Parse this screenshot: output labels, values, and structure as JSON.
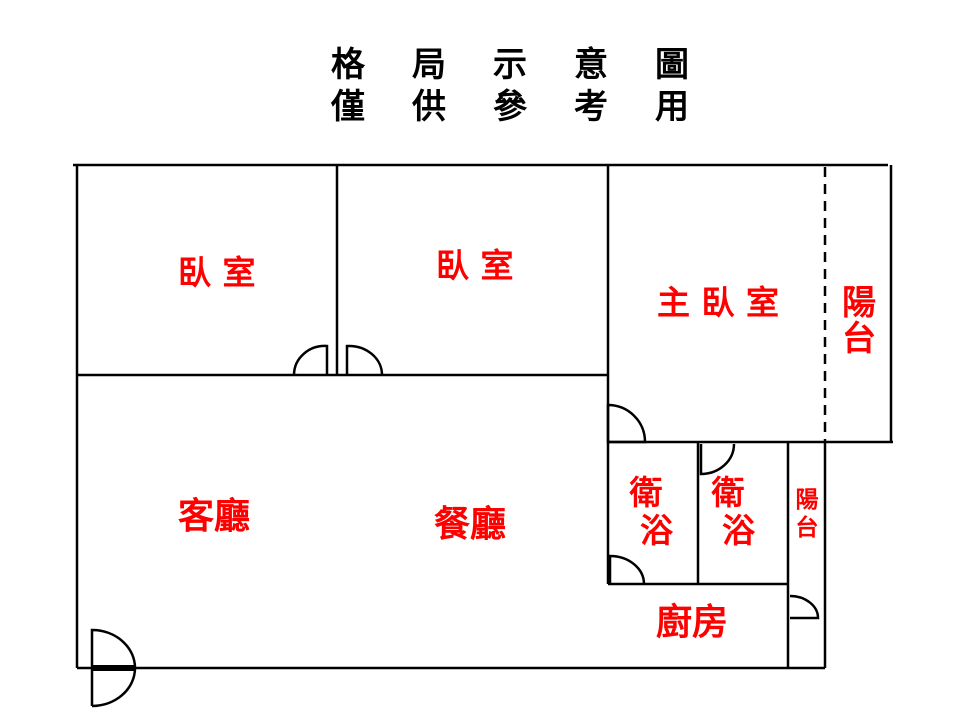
{
  "title": {
    "line1": [
      "格",
      "局",
      "示",
      "意",
      "圖"
    ],
    "line2": [
      "僅",
      "供",
      "參",
      "考",
      "用"
    ]
  },
  "rooms": {
    "bedroom_left": "臥 室",
    "bedroom_middle": "臥 室",
    "master_bedroom": "主 臥 室",
    "balcony_top": [
      "陽",
      "台"
    ],
    "living_room": "客廳",
    "dining_room": "餐廳",
    "bathroom_left": [
      "衛",
      "浴"
    ],
    "bathroom_right": [
      "衛",
      "浴"
    ],
    "balcony_small": [
      "陽",
      "台"
    ],
    "kitchen": "廚房"
  },
  "colors": {
    "room_label": "#ff0000",
    "walls": "#000000",
    "title": "#000000"
  }
}
